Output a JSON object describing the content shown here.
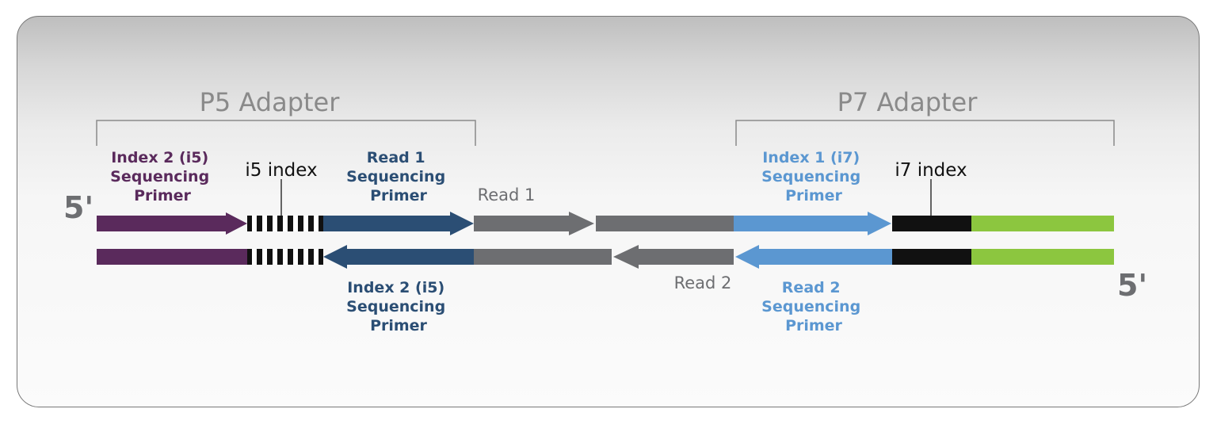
{
  "adapters": {
    "p5": "P5 Adapter",
    "p7": "P7 Adapter"
  },
  "ends": {
    "top_left": "5'",
    "bottom_right": "5'"
  },
  "labels": {
    "index2_primer_top": [
      "Index 2 (i5)",
      "Sequencing",
      "Primer"
    ],
    "i5_index": "i5 index",
    "read1_primer": [
      "Read 1",
      "Sequencing",
      "Primer"
    ],
    "read1": "Read 1",
    "index1_primer": [
      "Index 1 (i7)",
      "Sequencing",
      "Primer"
    ],
    "i7_index": "i7 index",
    "index2_primer_bottom": [
      "Index 2 (i5)",
      "Sequencing",
      "Primer"
    ],
    "read2": "Read 2",
    "read2_primer": [
      "Read 2",
      "Sequencing",
      "Primer"
    ]
  },
  "colors": {
    "purple": "#5a2a5c",
    "dark_blue": "#2b4e74",
    "gray": "#6d6e71",
    "light_blue": "#5b97d1",
    "black": "#111111",
    "green": "#8cc63f",
    "adapter_text": "#8a8a8a",
    "bracket": "#8a8a8a"
  }
}
